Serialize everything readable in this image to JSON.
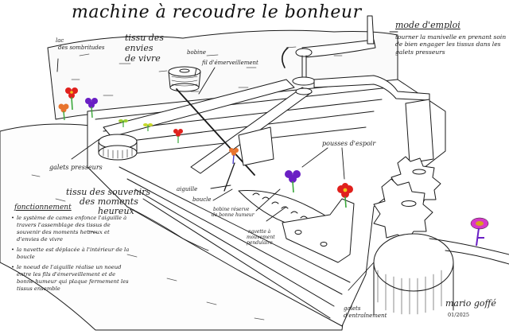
{
  "title": "machine à recoudre le bonheur",
  "labels": {
    "lac": "lac",
    "lac_sub": "des sombritudes",
    "tissu_envies": [
      "tissu des",
      "envies",
      "de vivre"
    ],
    "bobine": "bobine",
    "fil": "fil d'émerveillement",
    "galets_presseurs": "galets presseurs",
    "tissu_souvenirs": [
      "tissu des souvenirs",
      "des moments",
      "heureux"
    ],
    "aiguille": "aiguille",
    "boucle": "boucle",
    "bobine_reserve": [
      "bobine réserve",
      "de bonne humeur"
    ],
    "navette": [
      "navette à",
      "mouvement",
      "pendulaire"
    ],
    "pousses": "pousses d'espoir",
    "galets_entrainement": [
      "galets",
      "d'entraînement"
    ]
  },
  "mode_emploi": {
    "heading": "mode d'emploi",
    "text": "tourner la manivelle en prenant soin de bien engager les tissus dans les galets presseurs"
  },
  "fonctionnement": {
    "heading": "fonctionnement",
    "items": [
      "le système de cames enfonce l'aiguille à travers l'assemblage des tissus de souvenir des moments heureux et d'envies de vivre",
      "la navette est déplacée à l'intérieur de la boucle",
      "le noeud de l'aiguille réalise un noeud entre les fils d'émerveillement et de bonne humeur qui plaque fermement les tissus ensemble"
    ]
  },
  "signature": {
    "name": "mario goffé",
    "date": "01/2025"
  },
  "colors": {
    "ink": "#1a1a1a",
    "flower_red": "#e0201c",
    "flower_purple": "#6a1fc4",
    "flower_orange": "#e8742e",
    "flower_magenta": "#d838c8",
    "flower_center": "#f2c31a",
    "stem_green": "#3aa83a",
    "sprout_green": "#9acd32"
  }
}
